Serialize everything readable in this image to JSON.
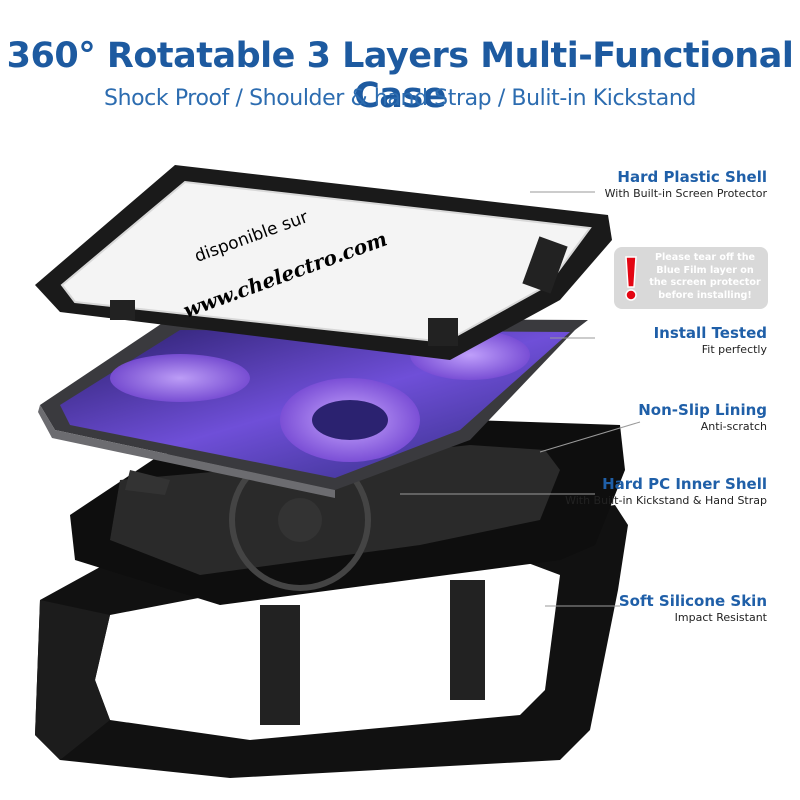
{
  "header": {
    "title": "360° Rotatable 3 Layers Multi-Functional Case",
    "subtitle": "Shock Proof / Shoulder & hand Strap / Bulit-in Kickstand"
  },
  "watermark": {
    "line1": "disponible sur",
    "line2": "www.chelectro.com"
  },
  "warning": {
    "text": "Please tear off the Blue Film layer on the screen protector before installing!",
    "icon": "exclamation-icon",
    "icon_color": "#e30613"
  },
  "callouts": [
    {
      "title": "Hard Plastic Shell",
      "subtitle": "With Built-in Screen Protector"
    },
    {
      "title": "Install Tested",
      "subtitle": "Fit perfectly"
    },
    {
      "title": "Non-Slip Lining",
      "subtitle": "Anti-scratch"
    },
    {
      "title": "Hard PC Inner Shell",
      "subtitle": "With Built-in Kickstand & Hand Strap"
    },
    {
      "title": "Soft Silicone Skin",
      "subtitle": "Impact Resistant"
    }
  ],
  "colors": {
    "title": "#1d5aa0",
    "callout_title": "#1f5fa8",
    "case": "#111111",
    "screen_purple": "#7b4fd6"
  }
}
